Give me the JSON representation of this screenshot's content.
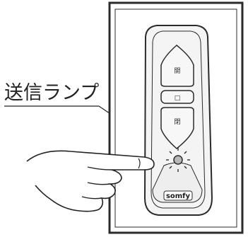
{
  "callout": {
    "label": "送信ランプ"
  },
  "remote": {
    "up_button_label": "開",
    "stop_button_label": "□",
    "down_button_label": "閉",
    "logo_text": "somfy"
  },
  "colors": {
    "frame_outline": "#2b2b2b",
    "body_light": "#f4f4f4",
    "body_shadow": "#d6d6d6",
    "lamp": "#b8b8b8",
    "ink": "#222222"
  }
}
